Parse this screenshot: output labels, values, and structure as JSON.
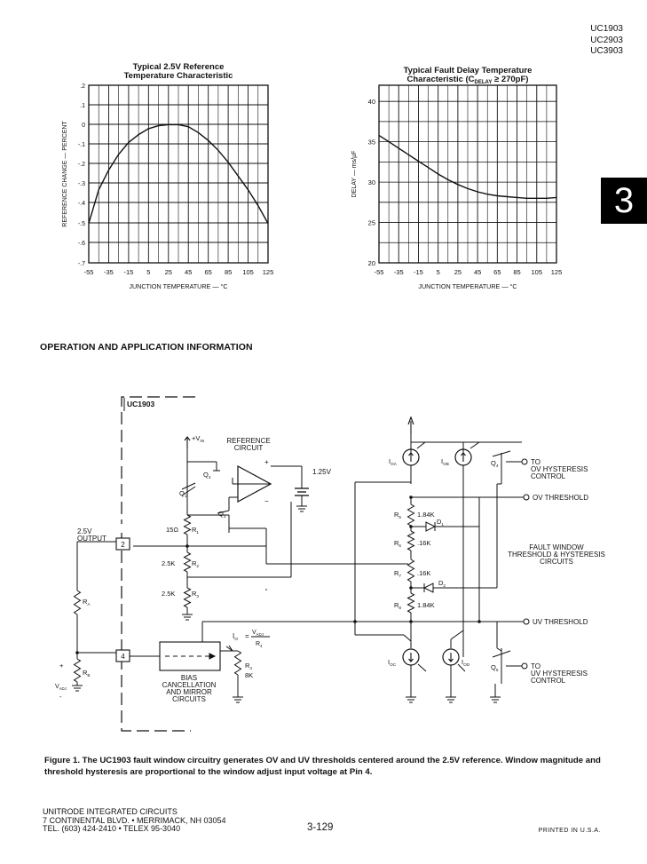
{
  "part_numbers": [
    "UC1903",
    "UC2903",
    "UC3903"
  ],
  "section_tab": "3",
  "section_heading": "OPERATION AND APPLICATION INFORMATION",
  "chart_data": [
    {
      "type": "line",
      "title": "Typical 2.5V Reference\nTemperature Characteristic",
      "xlabel": "JUNCTION TEMPERATURE — °C",
      "ylabel": "REFERENCE CHANGE — PERCENT",
      "xlim": [
        -55,
        125
      ],
      "ylim": [
        -0.7,
        0.2
      ],
      "xticks": [
        -55,
        -35,
        -15,
        5,
        25,
        45,
        65,
        85,
        105,
        125
      ],
      "yticks": [
        0.2,
        0.1,
        0,
        -0.1,
        -0.2,
        -0.3,
        -0.4,
        -0.5,
        -0.6,
        -0.7
      ],
      "ytick_labels": [
        ".2",
        ".1",
        "0",
        "-.1",
        "-.2",
        "-.3",
        "-.4",
        "-.5",
        "-.6",
        "-.7"
      ],
      "grid": true,
      "series": [
        {
          "x": [
            -55,
            -45,
            -35,
            -25,
            -15,
            -5,
            5,
            15,
            25,
            35,
            45,
            55,
            65,
            75,
            85,
            95,
            105,
            115,
            125
          ],
          "y": [
            -0.5,
            -0.33,
            -0.23,
            -0.15,
            -0.09,
            -0.05,
            -0.02,
            -0.005,
            0.0,
            0.0,
            -0.01,
            -0.04,
            -0.08,
            -0.13,
            -0.19,
            -0.26,
            -0.33,
            -0.41,
            -0.5
          ]
        }
      ]
    },
    {
      "type": "line",
      "title": "Typical Fault Delay Temperature",
      "title_line2_prefix": "Characteristic (C",
      "title_line2_sub": "DELAY",
      "title_line2_suffix": " ≥ 270pF)",
      "xlabel": "JUNCTION TEMPERATURE — °C",
      "ylabel": "DELAY — ms/µF",
      "xlim": [
        -55,
        125
      ],
      "ylim": [
        20,
        42
      ],
      "xticks": [
        -55,
        -35,
        -15,
        5,
        25,
        45,
        65,
        85,
        105,
        125
      ],
      "yticks": [
        20,
        25,
        30,
        35,
        40
      ],
      "grid": true,
      "series": [
        {
          "x": [
            -55,
            -45,
            -35,
            -25,
            -15,
            -5,
            5,
            15,
            25,
            35,
            45,
            55,
            65,
            75,
            85,
            95,
            105,
            115,
            125
          ],
          "y": [
            35.8,
            35.0,
            34.2,
            33.4,
            32.6,
            31.8,
            31.0,
            30.3,
            29.7,
            29.2,
            28.8,
            28.5,
            28.3,
            28.2,
            28.1,
            28.0,
            28.0,
            28.0,
            28.1
          ]
        }
      ]
    }
  ],
  "figure": {
    "chip_label": "UC1903",
    "vin_label": "+V",
    "vin_sub": "IN",
    "reference_circuit": "REFERENCE\nCIRCUIT",
    "ref_voltage": "1.25V",
    "output_label": "2.5V\nOUTPUT",
    "pin2": "2",
    "pin4": "4",
    "r15": "15Ω",
    "r1": "R",
    "r1_sub": "1",
    "r2_val": "2.5K",
    "r2": "R",
    "r2_sub": "2",
    "r3_val": "2.5K",
    "r3": "R",
    "r3_sub": "3",
    "q1": "Q",
    "q1_sub": "1",
    "q2": "Q",
    "q2_sub": "2",
    "q3": "Q",
    "q3_sub": "3",
    "q4": "Q",
    "q4_sub": "4",
    "q5": "Q",
    "q5_sub": "5",
    "ra": "R",
    "ra_sub": "A",
    "rb": "R",
    "rb_sub": "B",
    "vadj": "V",
    "vadj_sub": "ADJ",
    "io_eq": "I",
    "io_sub": "O",
    "io_num": "V",
    "io_num_sub": "ADJ",
    "io_den": "R",
    "io_den_sub": "4",
    "r4": "R",
    "r4_sub": "4",
    "r4_val": "8K",
    "bias_block": "BIAS\nCANCELLATION\nAND MIRROR\nCIRCUITS",
    "ioa": "I",
    "ioa_sub": "OA",
    "iob": "I",
    "iob_sub": "OB",
    "ioc": "I",
    "ioc_sub": "OC",
    "iod": "I",
    "iod_sub": "OD",
    "r5": "R",
    "r5_sub": "5",
    "r5_val": "1.84K",
    "r6": "R",
    "r6_sub": "6",
    "r6_val": ".16K",
    "r7": "R",
    "r7_sub": "7",
    "r7_val": ".16K",
    "r8": "R",
    "r8_sub": "8",
    "r8_val": "1.84K",
    "d1": "D",
    "d1_sub": "1",
    "d2": "D",
    "d2_sub": "2",
    "ov_hyst": "TO\nOV HYSTERESIS\nCONTROL",
    "ov_threshold": "OV THRESHOLD",
    "fault_window": "FAULT WINDOW\nTHRESHOLD & HYSTERESIS\nCIRCUITS",
    "uv_threshold": "UV THRESHOLD",
    "uv_hyst": "TO\nUV HYSTERESIS\nCONTROL",
    "plus": "+",
    "minus": "-"
  },
  "caption": "Figure 1. The UC1903 fault window circuitry generates OV and UV thresholds centered around the 2.5V reference. Window magnitude and threshold hysteresis are proportional to the window adjust input voltage at Pin 4.",
  "footer": {
    "company_lines": [
      "UNITRODE INTEGRATED CIRCUITS",
      "7 CONTINENTAL BLVD. • MERRIMACK, NH 03054",
      "TEL. (603) 424-2410 • TELEX 95-3040"
    ],
    "page": "3-129",
    "printed": "PRINTED IN U.S.A."
  }
}
